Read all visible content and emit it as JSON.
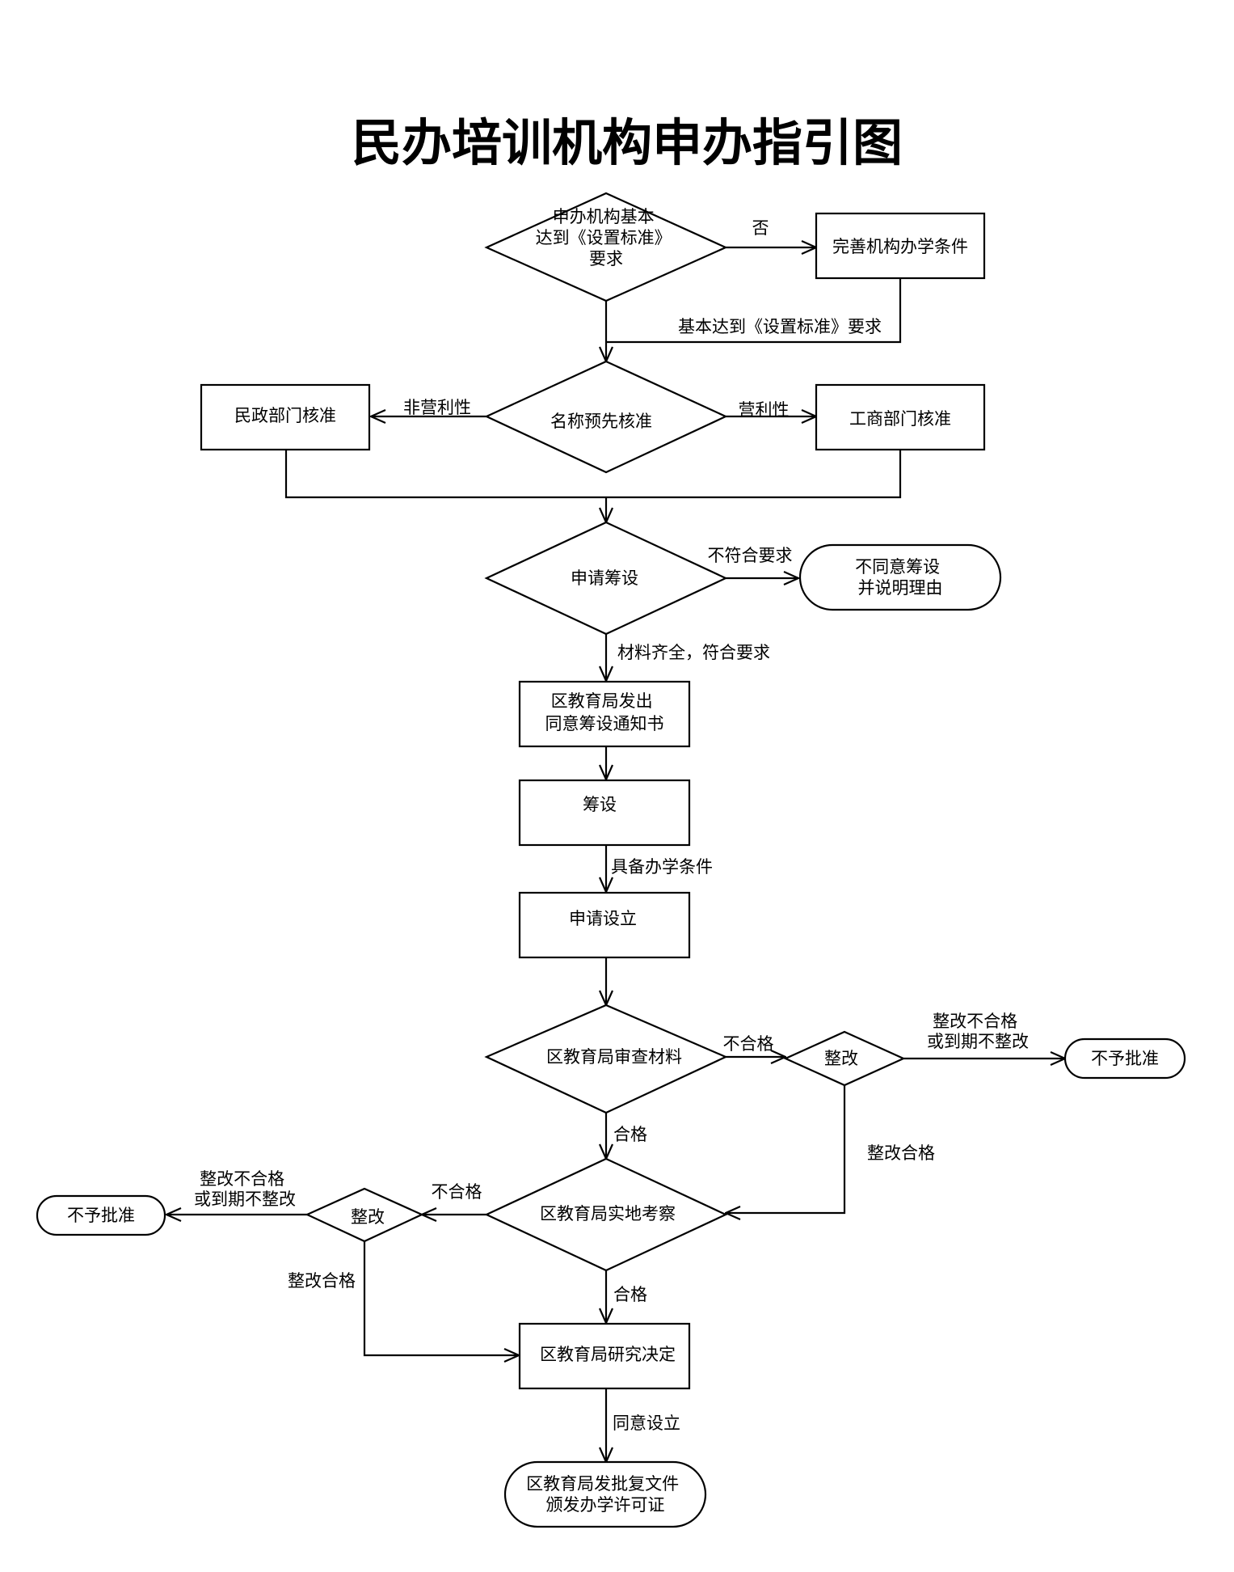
{
  "title": "民办培训机构申办指引图",
  "nodes": {
    "check_standard": [
      "申办机构基本",
      "达到《设置标准》",
      "要求"
    ],
    "improve_conditions": "完善机构办学条件",
    "name_preapproval": "名称预先核准",
    "civil_affairs": "民政部门核准",
    "industry_commerce": "工商部门核准",
    "apply_prep": "申请筹设",
    "reject_prep": [
      "不同意筹设",
      "并说明理由"
    ],
    "issue_notice": [
      "区教育局发出",
      "同意筹设通知书"
    ],
    "prep": "筹设",
    "apply_establish": "申请设立",
    "review_materials": "区教育局审查材料",
    "rectify_right": "整改",
    "deny_right": "不予批准",
    "site_inspection": "区教育局实地考察",
    "rectify_left": "整改",
    "deny_left": "不予批准",
    "decision": "区教育局研究决定",
    "final_issue": [
      "区教育局发批复文件",
      "颁发办学许可证"
    ]
  },
  "edge_labels": {
    "no": "否",
    "meets_standard": "基本达到《设置标准》要求",
    "non_profit": "非营利性",
    "for_profit": "营利性",
    "not_meet": "不符合要求",
    "materials_ok": "材料齐全，符合要求",
    "has_conditions": "具备办学条件",
    "fail_review": "不合格",
    "rectify_fail_right": [
      "整改不合格",
      "或到期不整改"
    ],
    "rectify_pass_right": "整改合格",
    "pass_review": "合格",
    "fail_inspection": "不合格",
    "rectify_fail_left": [
      "整改不合格",
      "或到期不整改"
    ],
    "rectify_pass_left": "整改合格",
    "pass_inspection": "合格",
    "approve": "同意设立"
  }
}
